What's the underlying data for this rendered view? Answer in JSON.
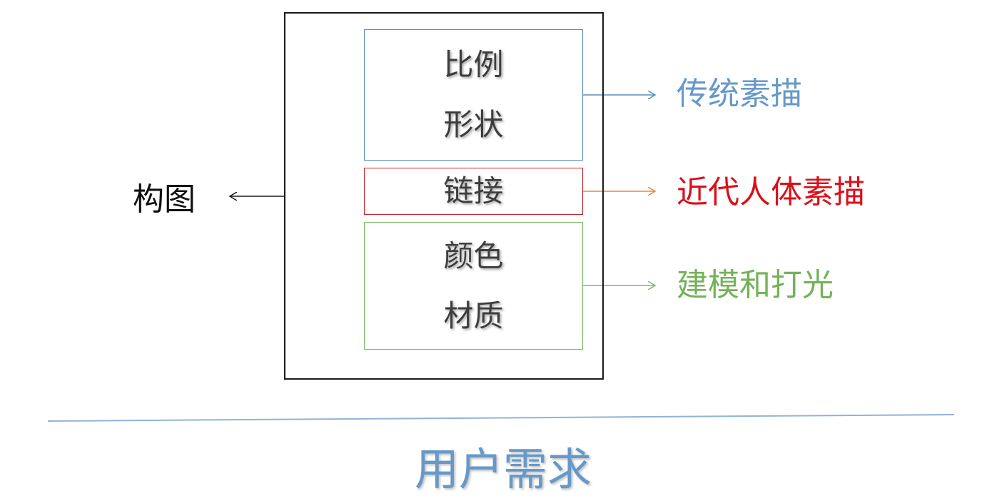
{
  "left_label": "构图",
  "boxes": {
    "blue": {
      "line1": "比例",
      "line2": "形状",
      "color": "#5b8db8"
    },
    "red": {
      "line1": "链接",
      "color": "#c0262d"
    },
    "green": {
      "line1": "颜色",
      "line2": "材质",
      "color": "#7cba64"
    }
  },
  "right_labels": {
    "blue": {
      "text": "传统素描",
      "color": "#6699c8"
    },
    "red": {
      "text": "近代人体素描",
      "color": "#d9101a"
    },
    "green": {
      "text": "建模和打光",
      "color": "#74b258"
    }
  },
  "bottom_title": "用户需求"
}
